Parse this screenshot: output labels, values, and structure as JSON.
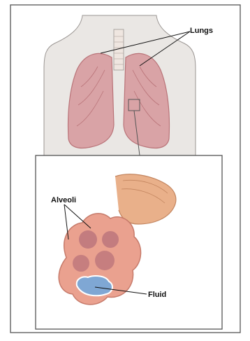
{
  "labels": {
    "lungs": "Lungs",
    "alveoli": "Alveoli",
    "fluid": "Fluid"
  },
  "colors": {
    "page": "#ffffff",
    "outer_border": "#555555",
    "inset_border": "#555555",
    "skin": "#eae7e4",
    "skin_outline": "#9a9592",
    "lung": "#d9a3a6",
    "lung_dark": "#b97378",
    "bronchus": "#e9b08a",
    "alveoli": "#eaa18f",
    "alveoli_inner": "#b9737a",
    "fluid": "#7fa7d4"
  }
}
